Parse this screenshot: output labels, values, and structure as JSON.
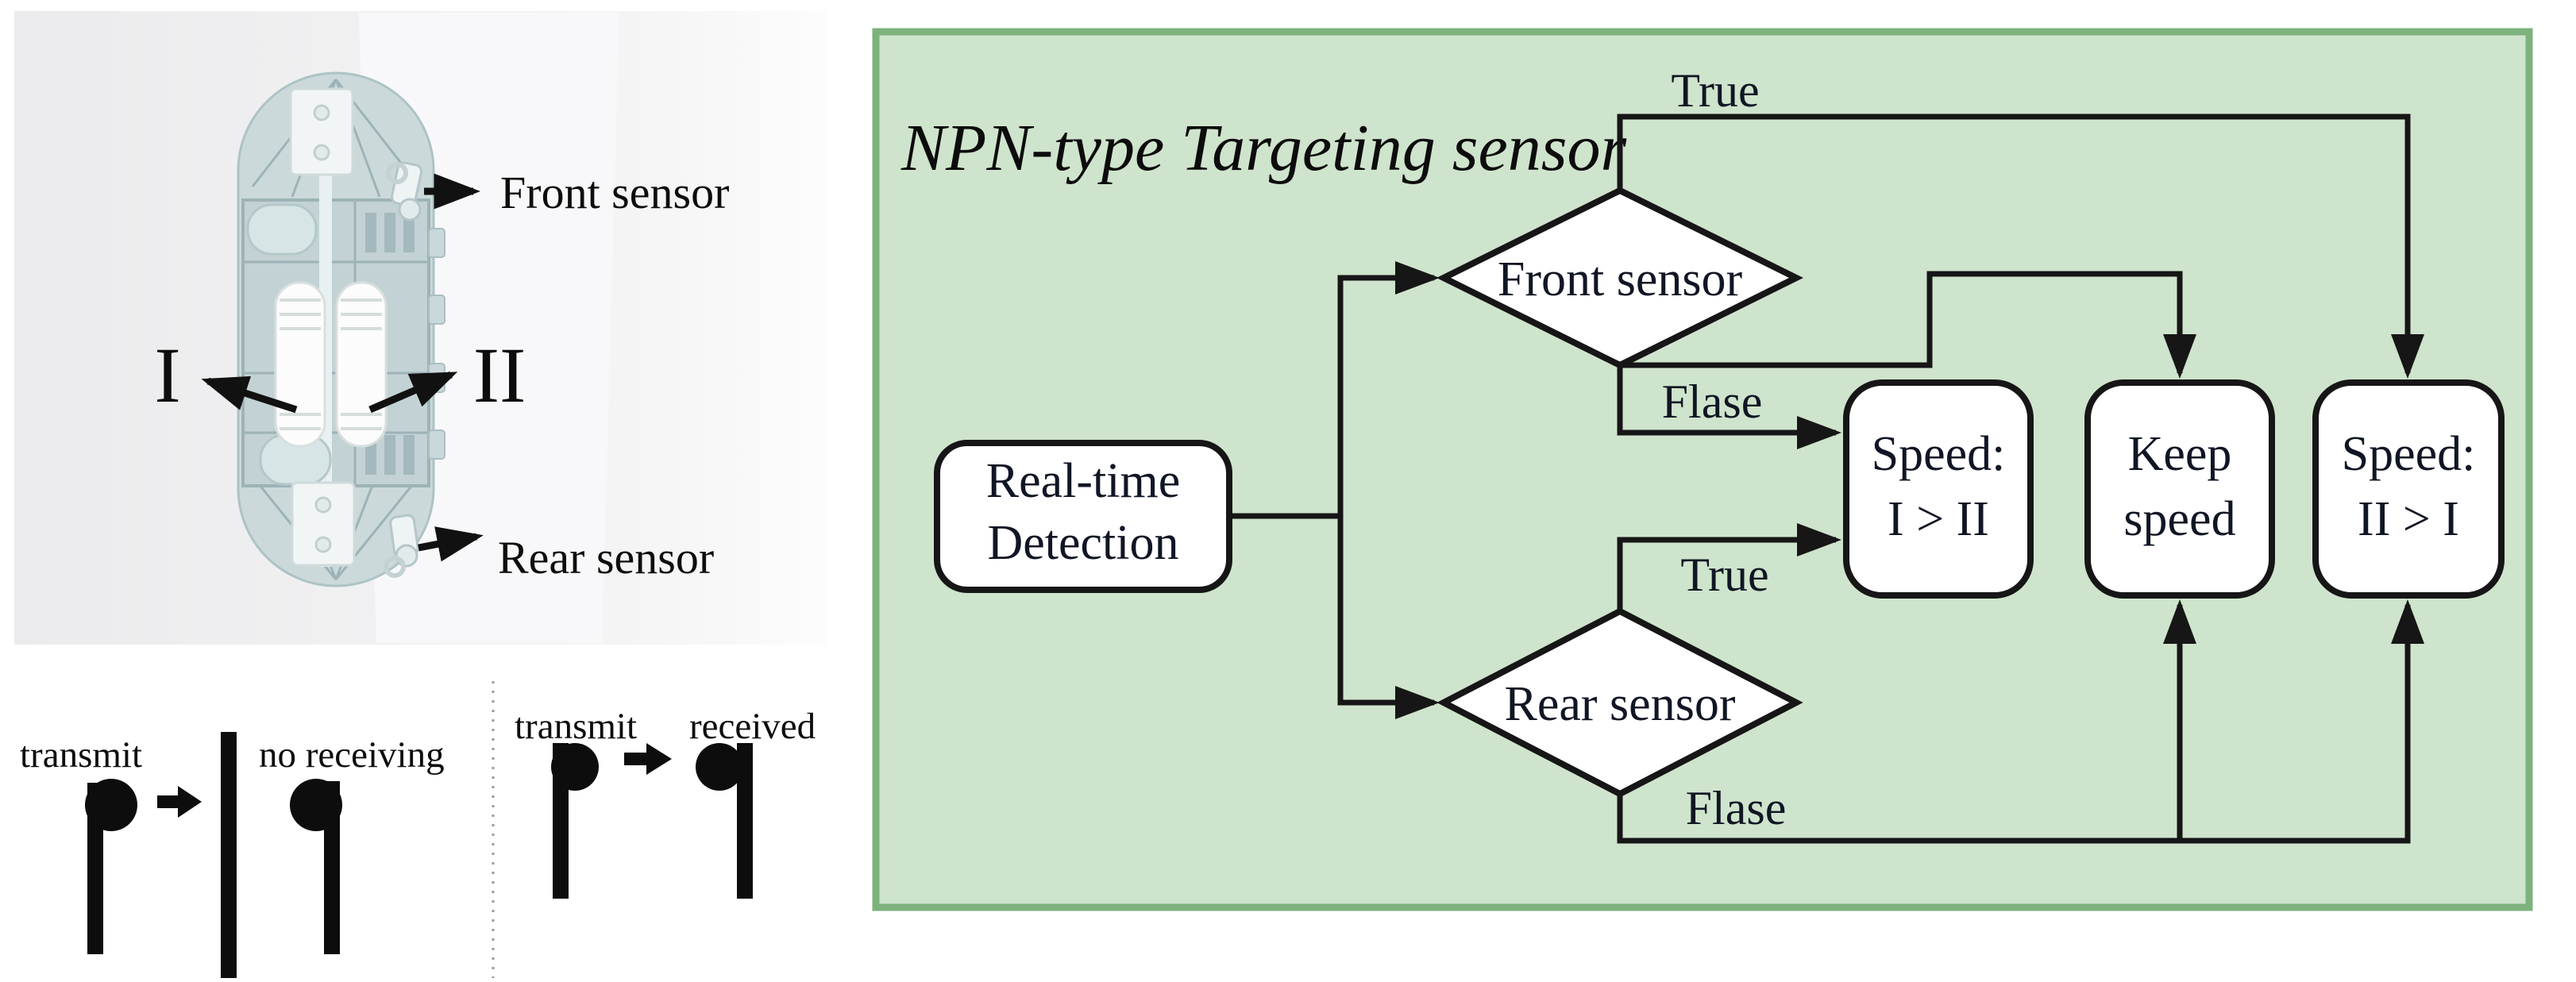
{
  "device_figure": {
    "front_sensor_label": "Front sensor",
    "rear_sensor_label": "Rear sensor",
    "wheel_left_label": "I",
    "wheel_right_label": "II"
  },
  "signal_figure": {
    "blocked_case": {
      "transmit_label": "transmit",
      "result_label": "no receiving"
    },
    "received_case": {
      "transmit_label": "transmit",
      "result_label": "received"
    }
  },
  "flowchart": {
    "title": "NPN-type Targeting sensor",
    "start_box": {
      "line1": "Real-time",
      "line2": "Detection"
    },
    "front_decision_label": "Front sensor",
    "rear_decision_label": "Rear sensor",
    "front_true_label": "True",
    "front_false_label": "Flase",
    "rear_true_label": "True",
    "rear_false_label": "Flase",
    "speed_front_box": {
      "line1": "Speed:",
      "line2": "I > II"
    },
    "keep_speed_box": {
      "line1": "Keep",
      "line2": "speed"
    },
    "speed_rear_box": {
      "line1": "Speed:",
      "line2": "II > I"
    },
    "colors": {
      "panel_fill": "#cfe4cc",
      "panel_border": "#7cb27c",
      "node_fill": "#ffffff",
      "line_color": "#161616",
      "text_color": "#101624"
    }
  }
}
